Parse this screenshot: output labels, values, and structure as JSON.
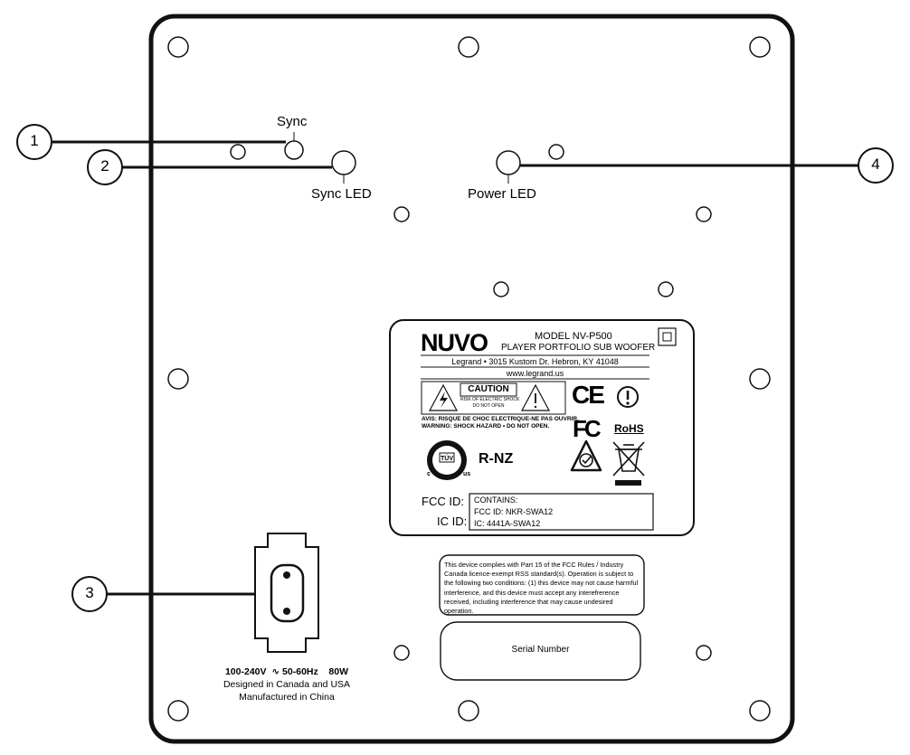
{
  "callouts": [
    {
      "number": "1",
      "label": "Sync"
    },
    {
      "number": "2",
      "label": "Sync LED"
    },
    {
      "number": "3",
      "label": ""
    },
    {
      "number": "4",
      "label": "Power LED"
    }
  ],
  "label_plate": {
    "brand": "NUVO",
    "model": "MODEL NV-P500",
    "product": "PLAYER PORTFOLIO SUB WOOFER",
    "address": "Legrand • 3015 Kustom Dr. Hebron, KY 41048",
    "website": "www.legrand.us",
    "caution_title": "CAUTION",
    "caution_line1": "RISK OF ELECTRIC SHOCK",
    "caution_line2": "DO NOT OPEN",
    "avis": "AVIS:  RISQUE DE CHOC ELECTRIQUE-NE PAS OUVRIR.",
    "warning": "WARNING:  SHOCK HAZARD • DO NOT OPEN.",
    "ce_mark": "CE",
    "fcc_logo": "FC",
    "rohs": "RoHS",
    "tuv_mark": "TÜV",
    "tuv_c": "c",
    "tuv_us": "us",
    "rnz": "R-NZ",
    "fcc_id_label": "FCC ID:",
    "ic_id_label": "IC ID:",
    "contains": "CONTAINS:",
    "fcc_id_value": "FCC ID: NKR-SWA12",
    "ic_value": "IC: 4441A-SWA12"
  },
  "compliance_text": "This device complies with Part 15 of the FCC Rules / Industry Canada licence-exempt RSS standard(s). Operation is subject to the following two conditions: (1) this device may not cause harmful interference, and this device must accept any interefrerence received, including interference that may cause undesired operation.",
  "serial_label": "Serial Number",
  "power": {
    "rating": "100-240V  ∿ 50-60Hz    80W",
    "designed": "Designed in Canada and USA",
    "manufactured": "Manufactured in China"
  }
}
